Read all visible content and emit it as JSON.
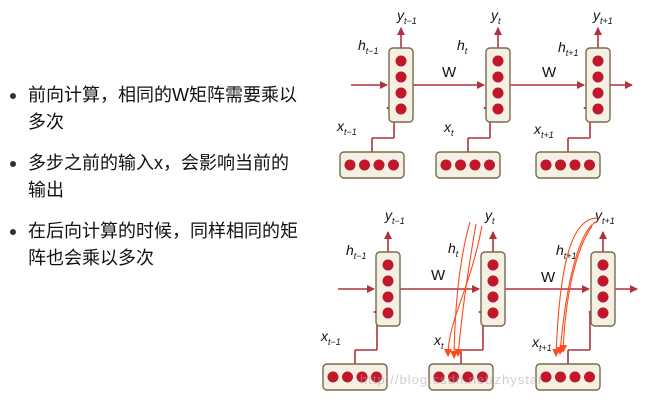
{
  "bullets": [
    "前向计算，相同的W矩阵需要乘以多次",
    "多步之前的输入x，会影响当前的输出",
    "在后向计算的时候，同样相同的矩阵也会乘以多次"
  ],
  "diagram": {
    "labels": {
      "y_prev": "y",
      "y_prev_sub": "t−1",
      "y_cur": "y",
      "y_cur_sub": "t",
      "y_next": "y",
      "y_next_sub": "t+1",
      "h_prev": "h",
      "h_prev_sub": "t−1",
      "h_cur": "h",
      "h_cur_sub": "t",
      "h_next": "h",
      "h_next_sub": "t+1",
      "x_prev": "x",
      "x_prev_sub": "t−1",
      "x_cur": "x",
      "x_cur_sub": "t",
      "x_next": "x",
      "x_next_sub": "t+1",
      "w": "W"
    },
    "colors": {
      "arrow": "#b0323a",
      "node": "#c0172a",
      "box_fill": "#f5f0e4",
      "box_stroke": "#7a6a4a",
      "backprop": "#ff4a1a"
    }
  },
  "watermark": "http://blog.csdn.net/zhystar"
}
